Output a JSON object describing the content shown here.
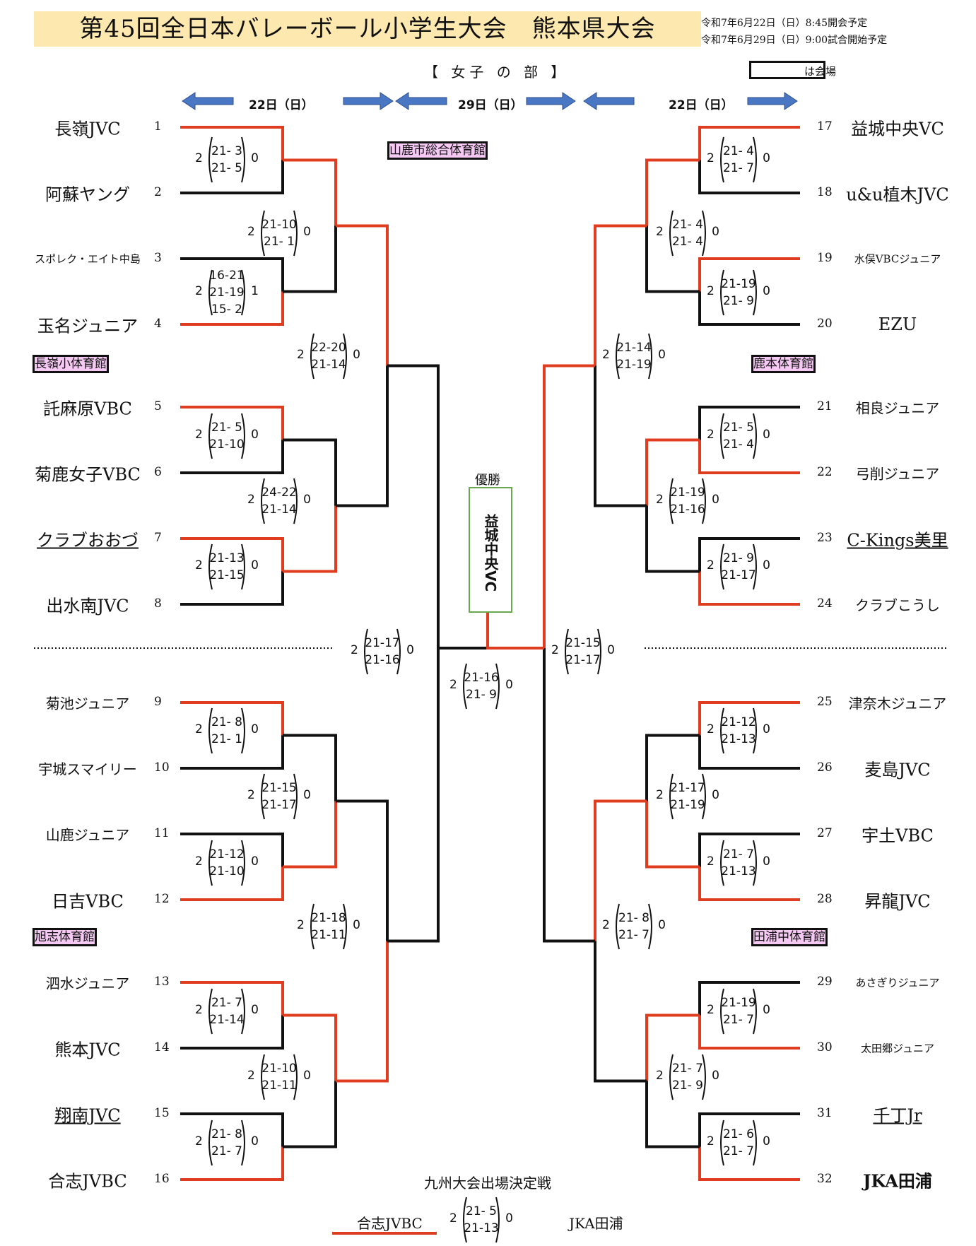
{
  "header": {
    "title": "第45回全日本バレーボール小学生大会　熊本県大会",
    "note1": "令和7年6月22日（日）8:45開会予定",
    "note2": "令和7年6月29日（日）9:00試合開始予定",
    "division": "【 女子 の 部 】",
    "legend": "は会場"
  },
  "days": {
    "left": "22日（日）",
    "center": "29日（日）",
    "right": "22日（日）"
  },
  "venues": {
    "v1": "山鹿市総合体育館",
    "v2": "長嶺小体育館",
    "v3": "鹿本体育館",
    "v4": "旭志体育館",
    "v5": "田浦中体育館"
  },
  "teams": [
    {
      "n": "1",
      "name": "長嶺JVC"
    },
    {
      "n": "2",
      "name": "阿蘇ヤング"
    },
    {
      "n": "3",
      "name": "スポレク・エイト中島"
    },
    {
      "n": "4",
      "name": "玉名ジュニア"
    },
    {
      "n": "5",
      "name": "託麻原VBC"
    },
    {
      "n": "6",
      "name": "菊鹿女子VBC"
    },
    {
      "n": "7",
      "name": "クラブおおづ"
    },
    {
      "n": "8",
      "name": "出水南JVC"
    },
    {
      "n": "9",
      "name": "菊池ジュニア"
    },
    {
      "n": "10",
      "name": "宇城スマイリー"
    },
    {
      "n": "11",
      "name": "山鹿ジュニア"
    },
    {
      "n": "12",
      "name": "日吉VBC"
    },
    {
      "n": "13",
      "name": "泗水ジュニア"
    },
    {
      "n": "14",
      "name": "熊本JVC"
    },
    {
      "n": "15",
      "name": "翔南JVC"
    },
    {
      "n": "16",
      "name": "合志JVBC"
    },
    {
      "n": "17",
      "name": "益城中央VC"
    },
    {
      "n": "18",
      "name": "u&u植木JVC"
    },
    {
      "n": "19",
      "name": "水俣VBCジュニア"
    },
    {
      "n": "20",
      "name": "EZU"
    },
    {
      "n": "21",
      "name": "相良ジュニア"
    },
    {
      "n": "22",
      "name": "弓削ジュニア"
    },
    {
      "n": "23",
      "name": "C-Kings美里"
    },
    {
      "n": "24",
      "name": "クラブこうし"
    },
    {
      "n": "25",
      "name": "津奈木ジュニア"
    },
    {
      "n": "26",
      "name": "麦島JVC"
    },
    {
      "n": "27",
      "name": "宇土VBC"
    },
    {
      "n": "28",
      "name": "昇龍JVC"
    },
    {
      "n": "29",
      "name": "あさぎりジュニア"
    },
    {
      "n": "30",
      "name": "太田郷ジュニア"
    },
    {
      "n": "31",
      "name": "千丁Jr"
    },
    {
      "n": "32",
      "name": "JKA田浦"
    }
  ],
  "scores": [
    {
      "l": "2",
      "r": "0",
      "sets": [
        "21- 3",
        "21- 5"
      ]
    },
    {
      "l": "2",
      "r": "0",
      "sets": [
        "21-10",
        "21- 1"
      ]
    },
    {
      "l": "2",
      "r": "1",
      "sets": [
        "16-21",
        "21-19",
        "15- 2"
      ]
    },
    {
      "l": "2",
      "r": "0",
      "sets": [
        "22-20",
        "21-14"
      ]
    },
    {
      "l": "2",
      "r": "0",
      "sets": [
        "21- 5",
        "21-10"
      ]
    },
    {
      "l": "2",
      "r": "0",
      "sets": [
        "24-22",
        "21-14"
      ]
    },
    {
      "l": "2",
      "r": "0",
      "sets": [
        "21-13",
        "21-15"
      ]
    },
    {
      "l": "2",
      "r": "0",
      "sets": [
        "21-17",
        "21-16"
      ]
    },
    {
      "l": "2",
      "r": "0",
      "sets": [
        "21- 8",
        "21- 1"
      ]
    },
    {
      "l": "2",
      "r": "0",
      "sets": [
        "21-15",
        "21-17"
      ]
    },
    {
      "l": "2",
      "r": "0",
      "sets": [
        "21-12",
        "21-10"
      ]
    },
    {
      "l": "2",
      "r": "0",
      "sets": [
        "21-18",
        "21-11"
      ]
    },
    {
      "l": "2",
      "r": "0",
      "sets": [
        "21- 7",
        "21-14"
      ]
    },
    {
      "l": "2",
      "r": "0",
      "sets": [
        "21-10",
        "21-11"
      ]
    },
    {
      "l": "2",
      "r": "0",
      "sets": [
        "21- 8",
        "21- 7"
      ]
    },
    {
      "l": "2",
      "r": "0",
      "sets": [
        "21- 4",
        "21- 7"
      ]
    },
    {
      "l": "2",
      "r": "0",
      "sets": [
        "21- 4",
        "21- 4"
      ]
    },
    {
      "l": "2",
      "r": "0",
      "sets": [
        "21-19",
        "21- 9"
      ]
    },
    {
      "l": "2",
      "r": "0",
      "sets": [
        "21-14",
        "21-19"
      ]
    },
    {
      "l": "2",
      "r": "0",
      "sets": [
        "21- 5",
        "21- 4"
      ]
    },
    {
      "l": "2",
      "r": "0",
      "sets": [
        "21-19",
        "21-16"
      ]
    },
    {
      "l": "2",
      "r": "0",
      "sets": [
        "21- 9",
        "21-17"
      ]
    },
    {
      "l": "2",
      "r": "0",
      "sets": [
        "21-15",
        "21-17"
      ]
    },
    {
      "l": "2",
      "r": "0",
      "sets": [
        "21-12",
        "21-13"
      ]
    },
    {
      "l": "2",
      "r": "0",
      "sets": [
        "21-17",
        "21-19"
      ]
    },
    {
      "l": "2",
      "r": "0",
      "sets": [
        "21- 7",
        "21-13"
      ]
    },
    {
      "l": "2",
      "r": "0",
      "sets": [
        "21- 8",
        "21- 7"
      ]
    },
    {
      "l": "2",
      "r": "0",
      "sets": [
        "21-19",
        "21- 7"
      ]
    },
    {
      "l": "2",
      "r": "0",
      "sets": [
        "21- 7",
        "21- 9"
      ]
    },
    {
      "l": "2",
      "r": "0",
      "sets": [
        "21- 6",
        "21- 7"
      ]
    },
    {
      "l": "2",
      "r": "0",
      "sets": [
        "21-16",
        "21- 9"
      ]
    },
    {
      "l": "2",
      "r": "0",
      "sets": [
        "21- 5",
        "21-13"
      ]
    }
  ],
  "champion": {
    "label": "優勝",
    "name": "益城中央VC"
  },
  "final": {
    "title": "九州大会出場決定戦",
    "left": "合志JVBC",
    "right": "JKA田浦"
  },
  "colors": {
    "win": "#e03c1f",
    "line": "#111111",
    "venue": "#f5c9f3",
    "title": "#fde9b0",
    "arrow": "#4a77c4"
  }
}
